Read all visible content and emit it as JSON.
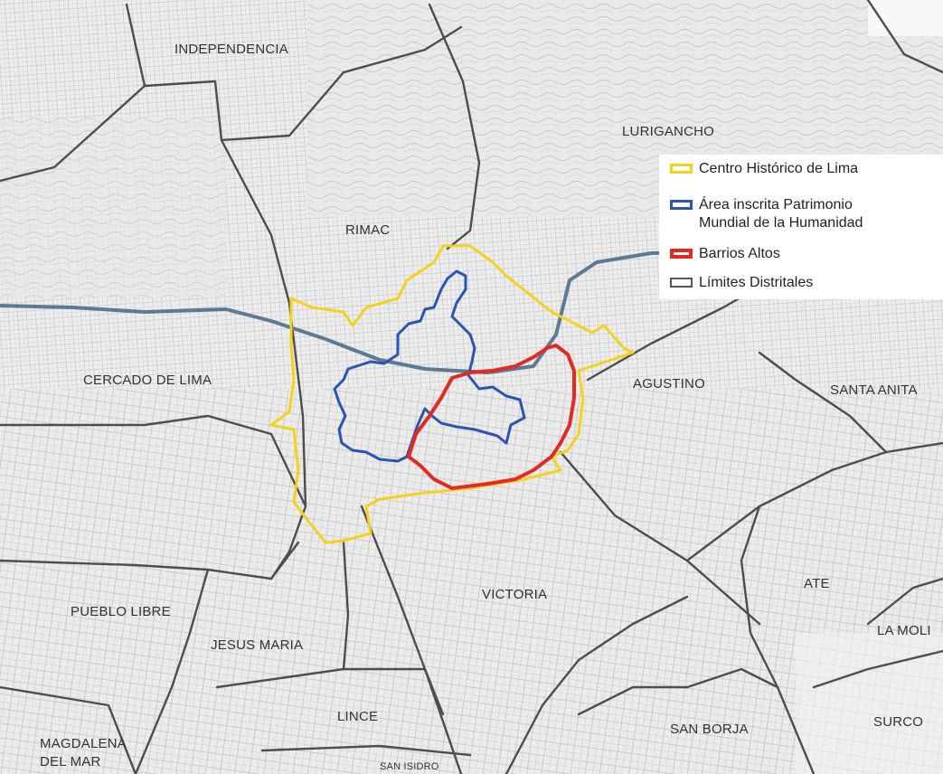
{
  "map": {
    "districts": [
      {
        "id": "independencia",
        "label": "INDEPENDENCIA"
      },
      {
        "id": "lurigancho",
        "label": "LURIGANCHO"
      },
      {
        "id": "rimac",
        "label": "RIMAC"
      },
      {
        "id": "cercado",
        "label": "CERCADO DE  LIMA"
      },
      {
        "id": "agustino",
        "label": "AGUSTINO"
      },
      {
        "id": "santa-anita",
        "label": "SANTA ANITA"
      },
      {
        "id": "ate",
        "label": "ATE"
      },
      {
        "id": "la-molina",
        "label": "LA MOLI"
      },
      {
        "id": "victoria",
        "label": "VICTORIA"
      },
      {
        "id": "pueblo-libre",
        "label": "PUEBLO LIBRE"
      },
      {
        "id": "jesus-maria",
        "label": "JESUS MARIA"
      },
      {
        "id": "lince",
        "label": "LINCE"
      },
      {
        "id": "san-borja",
        "label": "SAN BORJA"
      },
      {
        "id": "surco",
        "label": "SURCO"
      },
      {
        "id": "magdalena-1",
        "label": "MAGDALENA"
      },
      {
        "id": "magdalena-2",
        "label": "DEL MAR"
      },
      {
        "id": "san-isidro",
        "label": "SAN ISIDRO"
      }
    ],
    "legend": [
      {
        "id": "centro",
        "label": "Centro Histórico de Lima",
        "color": "#f2d21b"
      },
      {
        "id": "area1",
        "label": "Área inscrita Patrimonio",
        "color": "#2a55b0"
      },
      {
        "id": "area2",
        "label": "Mundial de la Humanidad",
        "color": ""
      },
      {
        "id": "barrios",
        "label": "Barrios Altos",
        "color": "#e12a26"
      },
      {
        "id": "limites",
        "label": "Límites Distritales",
        "color": "#555555"
      }
    ],
    "colors": {
      "river": "#5d7a93",
      "boundary": "#4d4d4d",
      "streets": "#c8c8c8",
      "background": "#ebebeb"
    }
  }
}
